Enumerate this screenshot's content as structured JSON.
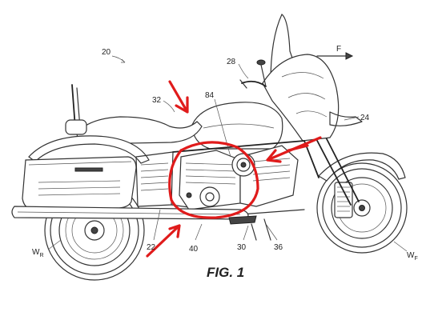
{
  "figure": {
    "caption": "FIG. 1",
    "direction_label": "F",
    "labels": {
      "r20": "20",
      "r28": "28",
      "r32": "32",
      "r84": "84",
      "r24": "24",
      "r22": "22",
      "r40": "40",
      "r30": "30",
      "r36": "36",
      "wr_main": "W",
      "wr_sub": "R",
      "wf_main": "W",
      "wf_sub": "F"
    }
  },
  "colors": {
    "ink": "#333333",
    "annotation": "#e01b1b",
    "paper": "#ffffff"
  }
}
